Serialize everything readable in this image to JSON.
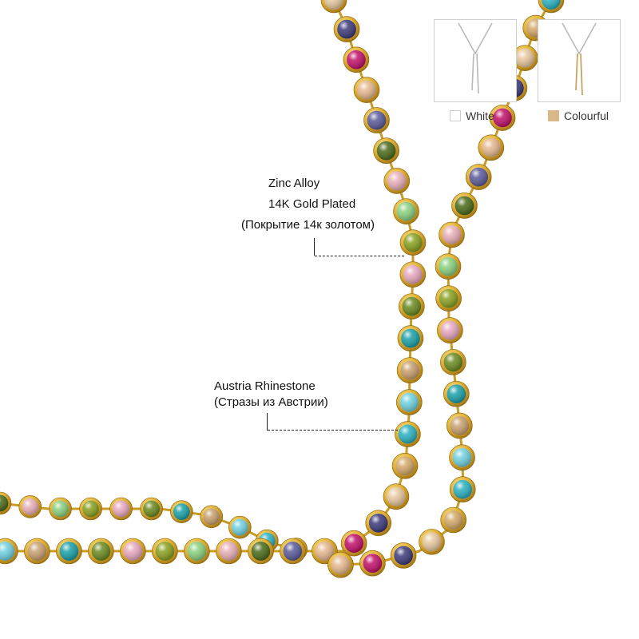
{
  "annotations": {
    "material_line1": "Zinc Alloy",
    "material_line2": "14K Gold Plated",
    "material_line3": "(Покрытие 14к золотом)",
    "stone_line1": "Austria Rhinestone",
    "stone_line2": "(Стразы из Австрии)"
  },
  "variants": [
    {
      "label": "White",
      "swatch_color": "#ffffff",
      "swatch_border": "#cccccc",
      "chain_color": "#b9b9b9"
    },
    {
      "label": "Colourful",
      "swatch_color": "#d8b888",
      "swatch_border": "#d8b888",
      "chain_color": "#c6a464"
    }
  ],
  "colors": {
    "gold": "#d9a82e",
    "gold_dark": "#a97a12",
    "gems": [
      "#4a6a1a",
      "#e8c8a0",
      "#1aa0a8",
      "#e8b0b8",
      "#3a3a7a",
      "#c8a070",
      "#8ad080",
      "#c0106a",
      "#70d0e0",
      "#88a020",
      "#e6b890",
      "#2ab0c0",
      "#e8a8c0",
      "#5a5a9a",
      "#d4a868",
      "#6a8a20"
    ]
  }
}
